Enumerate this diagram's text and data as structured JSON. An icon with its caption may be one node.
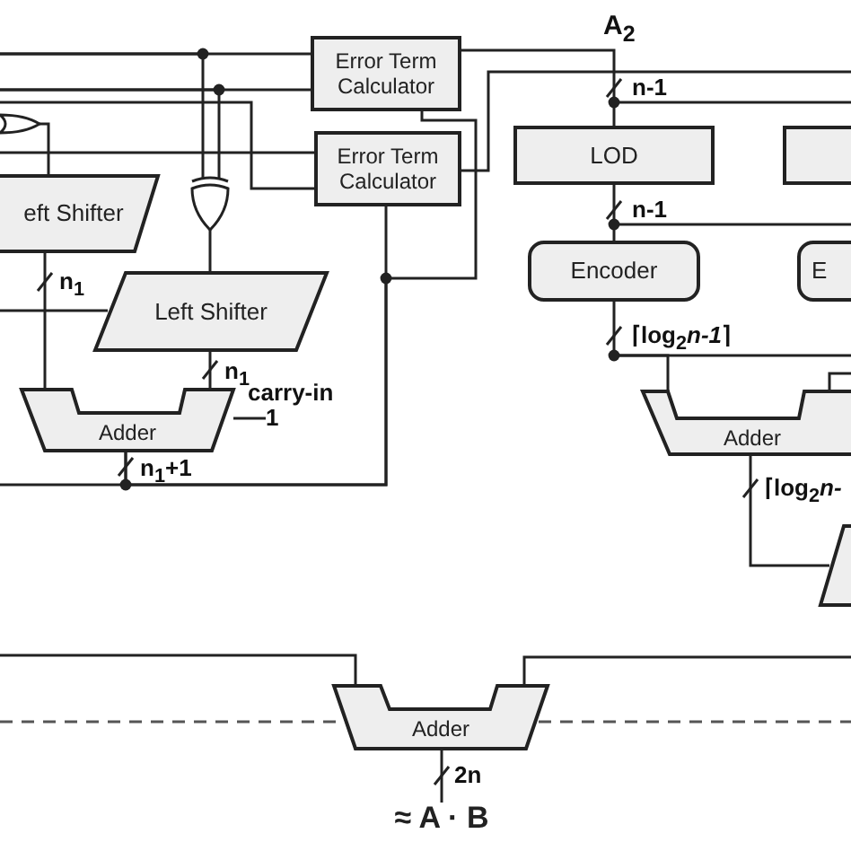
{
  "diagram": {
    "nodes": [
      {
        "text": [
          "Error Term Calculator"
        ]
      },
      {
        "text": [
          "Error Term Calculator"
        ]
      },
      {
        "text": [],
        "shape": "gate"
      },
      {
        "text": [
          "eft Shifter"
        ]
      },
      {
        "text": [],
        "shape": "gate"
      },
      {
        "text": [
          "Left Shifter"
        ]
      },
      {
        "text": [
          "Adder"
        ]
      },
      {
        "text": [
          "LOD"
        ]
      },
      {
        "text": [],
        "shape": "box"
      },
      {
        "text": [
          "Encoder"
        ]
      },
      {
        "text": [
          "E"
        ]
      },
      {
        "text": [
          "Adder"
        ]
      },
      {
        "text": [],
        "shape": "box"
      },
      {
        "text": [
          "Adder"
        ]
      },
      {
        "text": [
          "≈ A · B"
        ]
      }
    ],
    "edges": [
      {
        "from": null,
        "to": 0,
        "arrow": "none"
      },
      {
        "from": null,
        "to": 0,
        "arrow": "none"
      },
      {
        "from": null,
        "to": 4,
        "arrow": "none"
      },
      {
        "from": null,
        "to": 4,
        "arrow": "none"
      },
      {
        "from": null,
        "to": 1,
        "arrow": "none"
      },
      {
        "from": null,
        "to": 1,
        "arrow": "none"
      },
      {
        "from": 2,
        "to": 3,
        "arrow": "none"
      },
      {
        "from": 4,
        "to": 5,
        "arrow": "none"
      },
      {
        "from": null,
        "to": 5,
        "arrow": "none"
      },
      {
        "from": 3,
        "to": 6,
        "arrow": "none"
      },
      {
        "from": 5,
        "to": 6,
        "arrow": "none"
      },
      {
        "from": 6,
        "to": 1,
        "arrow": "none"
      },
      {
        "from": 6,
        "to": 0,
        "arrow": "none"
      },
      {
        "from": 0,
        "to": 7,
        "arrow": "none"
      },
      {
        "from": 1,
        "to": null,
        "arrow": "none"
      },
      {
        "from": 7,
        "to": 9,
        "arrow": "none"
      },
      {
        "from": 9,
        "to": 11,
        "arrow": "none"
      },
      {
        "from": null,
        "to": 11,
        "arrow": "none"
      },
      {
        "from": 11,
        "to": 12,
        "arrow": "none"
      },
      {
        "from": null,
        "to": 13,
        "arrow": "none"
      },
      {
        "from": null,
        "to": 13,
        "arrow": "none"
      },
      {
        "from": 13,
        "to": 14,
        "arrow": "none"
      }
    ],
    "labels": [
      "A$_{2}$",
      "n-1",
      "n-1",
      "n$_{1}$",
      "n$_{1}$",
      "carry-in",
      "1",
      "n$_{1}$+1",
      "⌈log$_{2}$*n-1*⌉",
      "⌈log$_{2}$*n-*",
      "2n"
    ]
  }
}
